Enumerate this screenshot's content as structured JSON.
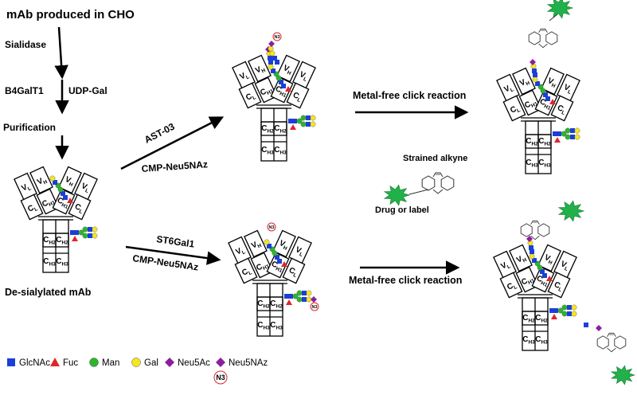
{
  "workflow": {
    "title": "mAb produced in CHO",
    "step_sialidase": "Sialidase",
    "step_b4galt1": "B4GalT1",
    "step_udpgal": "UDP-Gal",
    "step_purification": "Purification",
    "desialylated": "De-sialylated mAb",
    "route_top_enzyme": "AST-03",
    "route_top_substrate": "CMP-Neu5NAz",
    "route_bottom_enzyme": "ST6Gal1",
    "route_bottom_substrate": "CMP-Neu5NAz",
    "click_top": "Metal-free click reaction",
    "click_bottom": "Metal-free click reaction",
    "strained_alkyne": "Strained alkyne",
    "drug_or_label": "Drug or label"
  },
  "domains": {
    "vl": [
      "V",
      "L"
    ],
    "vh": [
      "V",
      "H"
    ],
    "cl": [
      "C",
      "L"
    ],
    "ch1": [
      "C",
      "H1"
    ],
    "ch2": [
      "C",
      "H2"
    ],
    "ch3": [
      "C",
      "H3"
    ]
  },
  "azide": "N3",
  "legend": [
    {
      "label": "GlcNAc",
      "shape": "square",
      "color": "#1b3fd6"
    },
    {
      "label": "Fuc",
      "shape": "triangle",
      "color": "#e0262a"
    },
    {
      "label": "Man",
      "shape": "circle",
      "color": "#2db52d"
    },
    {
      "label": "Gal",
      "shape": "circle",
      "color": "#f5e61e"
    },
    {
      "label": "Neu5Ac",
      "shape": "diamond",
      "color": "#8b1e9e"
    },
    {
      "label": "Neu5NAz",
      "shape": "diamond",
      "color": "#8b1e9e"
    }
  ],
  "colors": {
    "glcnac": "#1b3fd6",
    "fuc": "#e0262a",
    "man": "#2db52d",
    "gal": "#f5e61e",
    "sia": "#8b1e9e",
    "drug": "#22b04a",
    "azide_ring": "#e0262a"
  }
}
